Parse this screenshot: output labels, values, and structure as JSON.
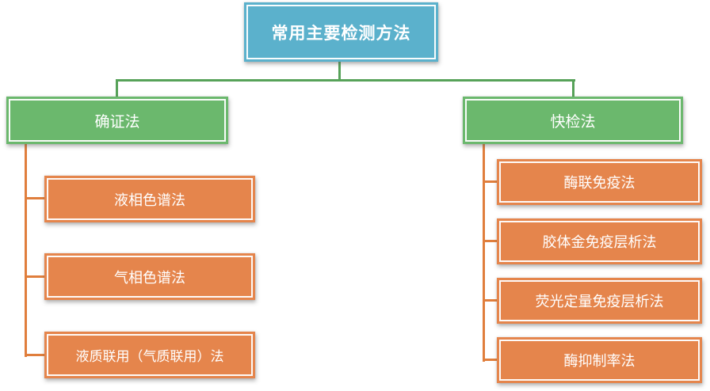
{
  "diagram": {
    "root": {
      "label": "常用主要检测方法"
    },
    "branches": [
      {
        "label": "确证法",
        "children": [
          {
            "label": "液相色谱法"
          },
          {
            "label": "气相色谱法"
          },
          {
            "label": "液质联用（气质联用）法"
          }
        ]
      },
      {
        "label": "快检法",
        "children": [
          {
            "label": "酶联免疫法"
          },
          {
            "label": "胶体金免疫层析法"
          },
          {
            "label": "荧光定量免疫层析法"
          },
          {
            "label": "酶抑制率法"
          }
        ]
      }
    ],
    "colors": {
      "root_fill": "#5BB1CC",
      "branch_fill": "#6BB86D",
      "leaf_fill": "#E5854C",
      "branch_connector": "#57A259",
      "leaf_connector": "#E07E3C",
      "text": "#FFFFFF"
    }
  }
}
